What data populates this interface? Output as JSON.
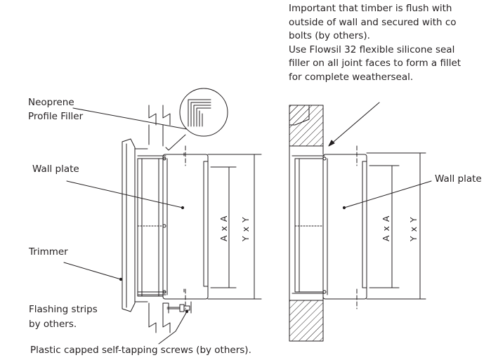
{
  "top_clipped_text": "",
  "note": {
    "lines": [
      "Important that timber is flush with",
      "outside of wall and secured with co",
      "bolts (by others).",
      "Use Flowsil 32 flexible silicone seal",
      "filler on all joint faces to form a fillet",
      "for complete weatherseal."
    ]
  },
  "labels": {
    "neoprene_line1": "Neoprene",
    "neoprene_line2": "Profile Filler",
    "wall_plate_left": "Wall plate",
    "trimmer": "Trimmer",
    "flashing_line1": "Flashing strips",
    "flashing_line2": "by others.",
    "screws": "Plastic capped self-tapping screws (by others).",
    "wall_plate_right": "Wall plate"
  },
  "dimensions": {
    "inner": "A x A",
    "outer": "Y x Y"
  },
  "colors": {
    "ink": "#231f20",
    "background": "#ffffff"
  }
}
